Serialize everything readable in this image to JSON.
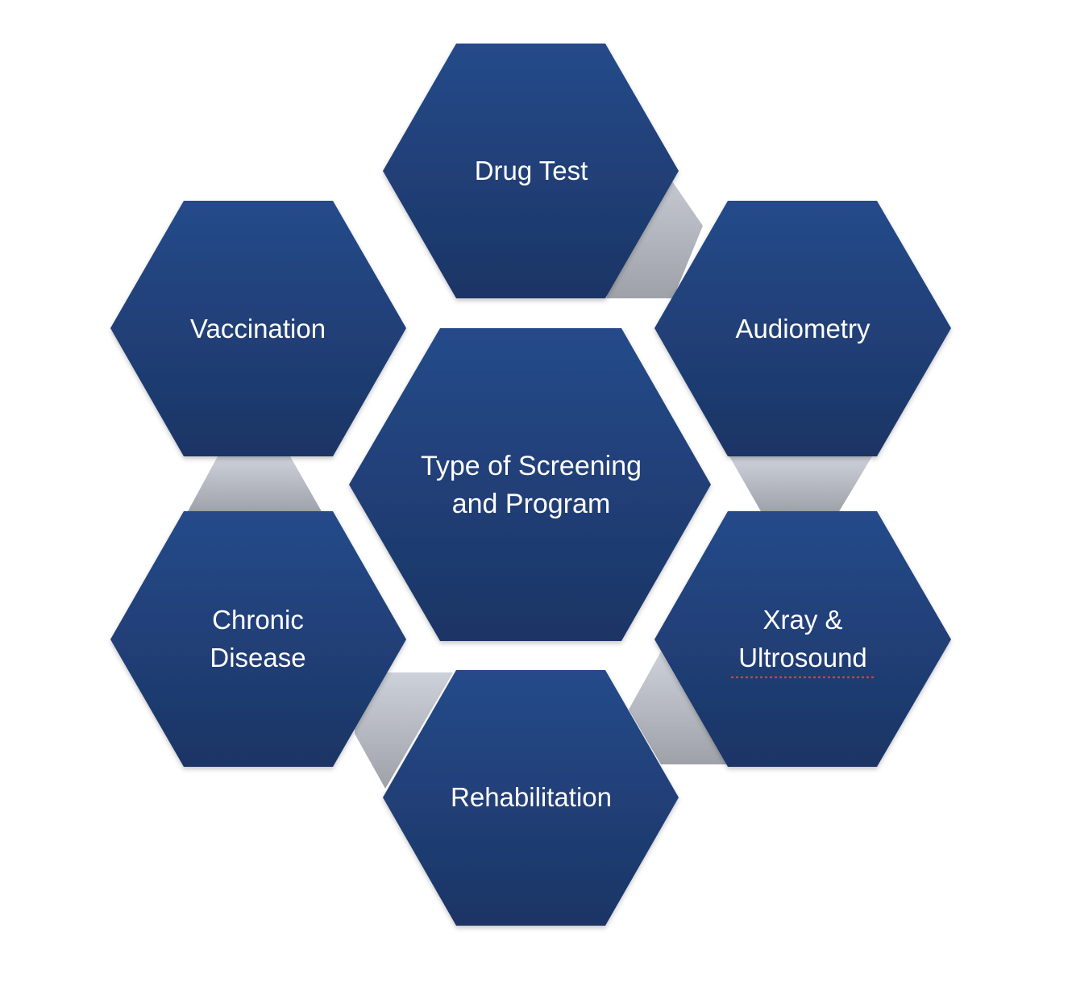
{
  "top_partial_text": "",
  "center": {
    "label_line1": "Type of Screening",
    "label_line2": "and Program"
  },
  "nodes": {
    "drug_test": "Drug Test",
    "audiometry": "Audiometry",
    "xray_line1": "Xray &",
    "xray_line2": "Ultrosound",
    "rehabilitation": "Rehabilitation",
    "chronic_line1": "Chronic",
    "chronic_line2": "Disease",
    "vaccination": "Vaccination"
  },
  "colors": {
    "hex_top": "#254a8a",
    "hex_bottom": "#1c3565",
    "connector_top": "#cdd1da",
    "connector_bottom": "#9ea1a8",
    "label": "#ffffff"
  }
}
